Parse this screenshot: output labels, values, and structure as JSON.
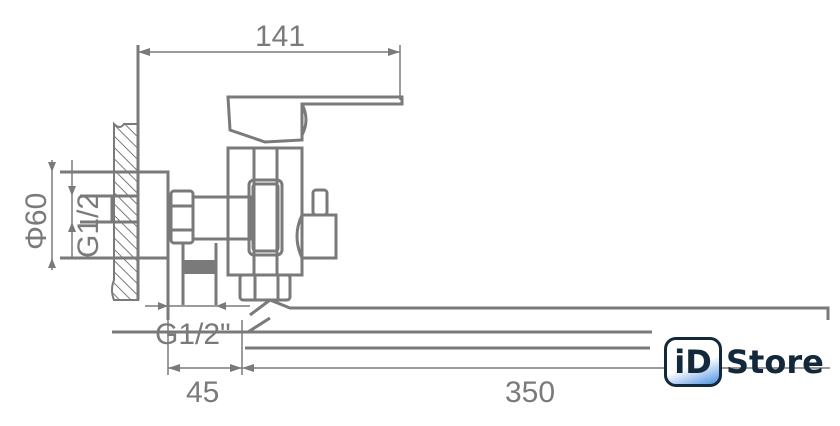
{
  "drawing": {
    "dimensions": {
      "width_top": "141",
      "flange_diameter": "Φ60",
      "inlet_thread": "G1/2",
      "outlet_thread": "G1/2\"",
      "offset": "45",
      "spout_length": "350"
    }
  },
  "logo": {
    "mark": "iD",
    "name": "Store"
  },
  "colors": {
    "line": "#7a7a7a",
    "logo_dark": "#13283a",
    "logo_accent": "#4a90e2"
  }
}
